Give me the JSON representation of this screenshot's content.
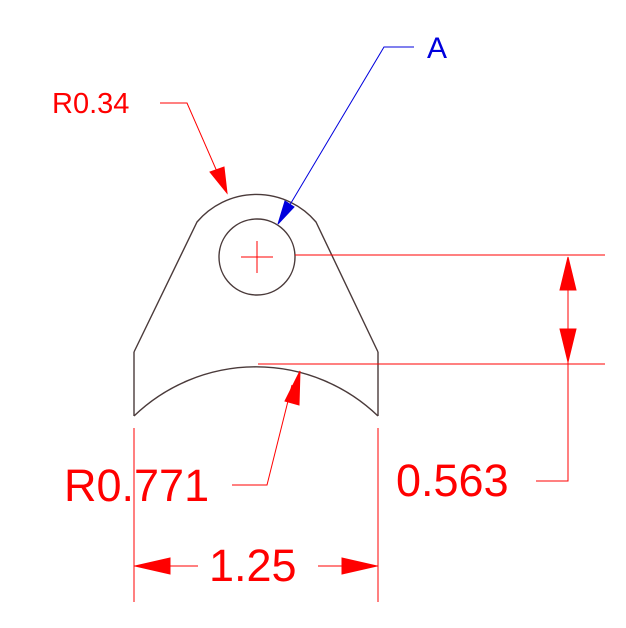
{
  "colors": {
    "geometry": "#4a3a3a",
    "dimension": "#ff0000",
    "leader_A": "#0000dd"
  },
  "labels": {
    "callout_a": "A",
    "top_radius": "R0.34",
    "bottom_radius": "R0.771",
    "height": "0.563",
    "width": "1.25"
  }
}
